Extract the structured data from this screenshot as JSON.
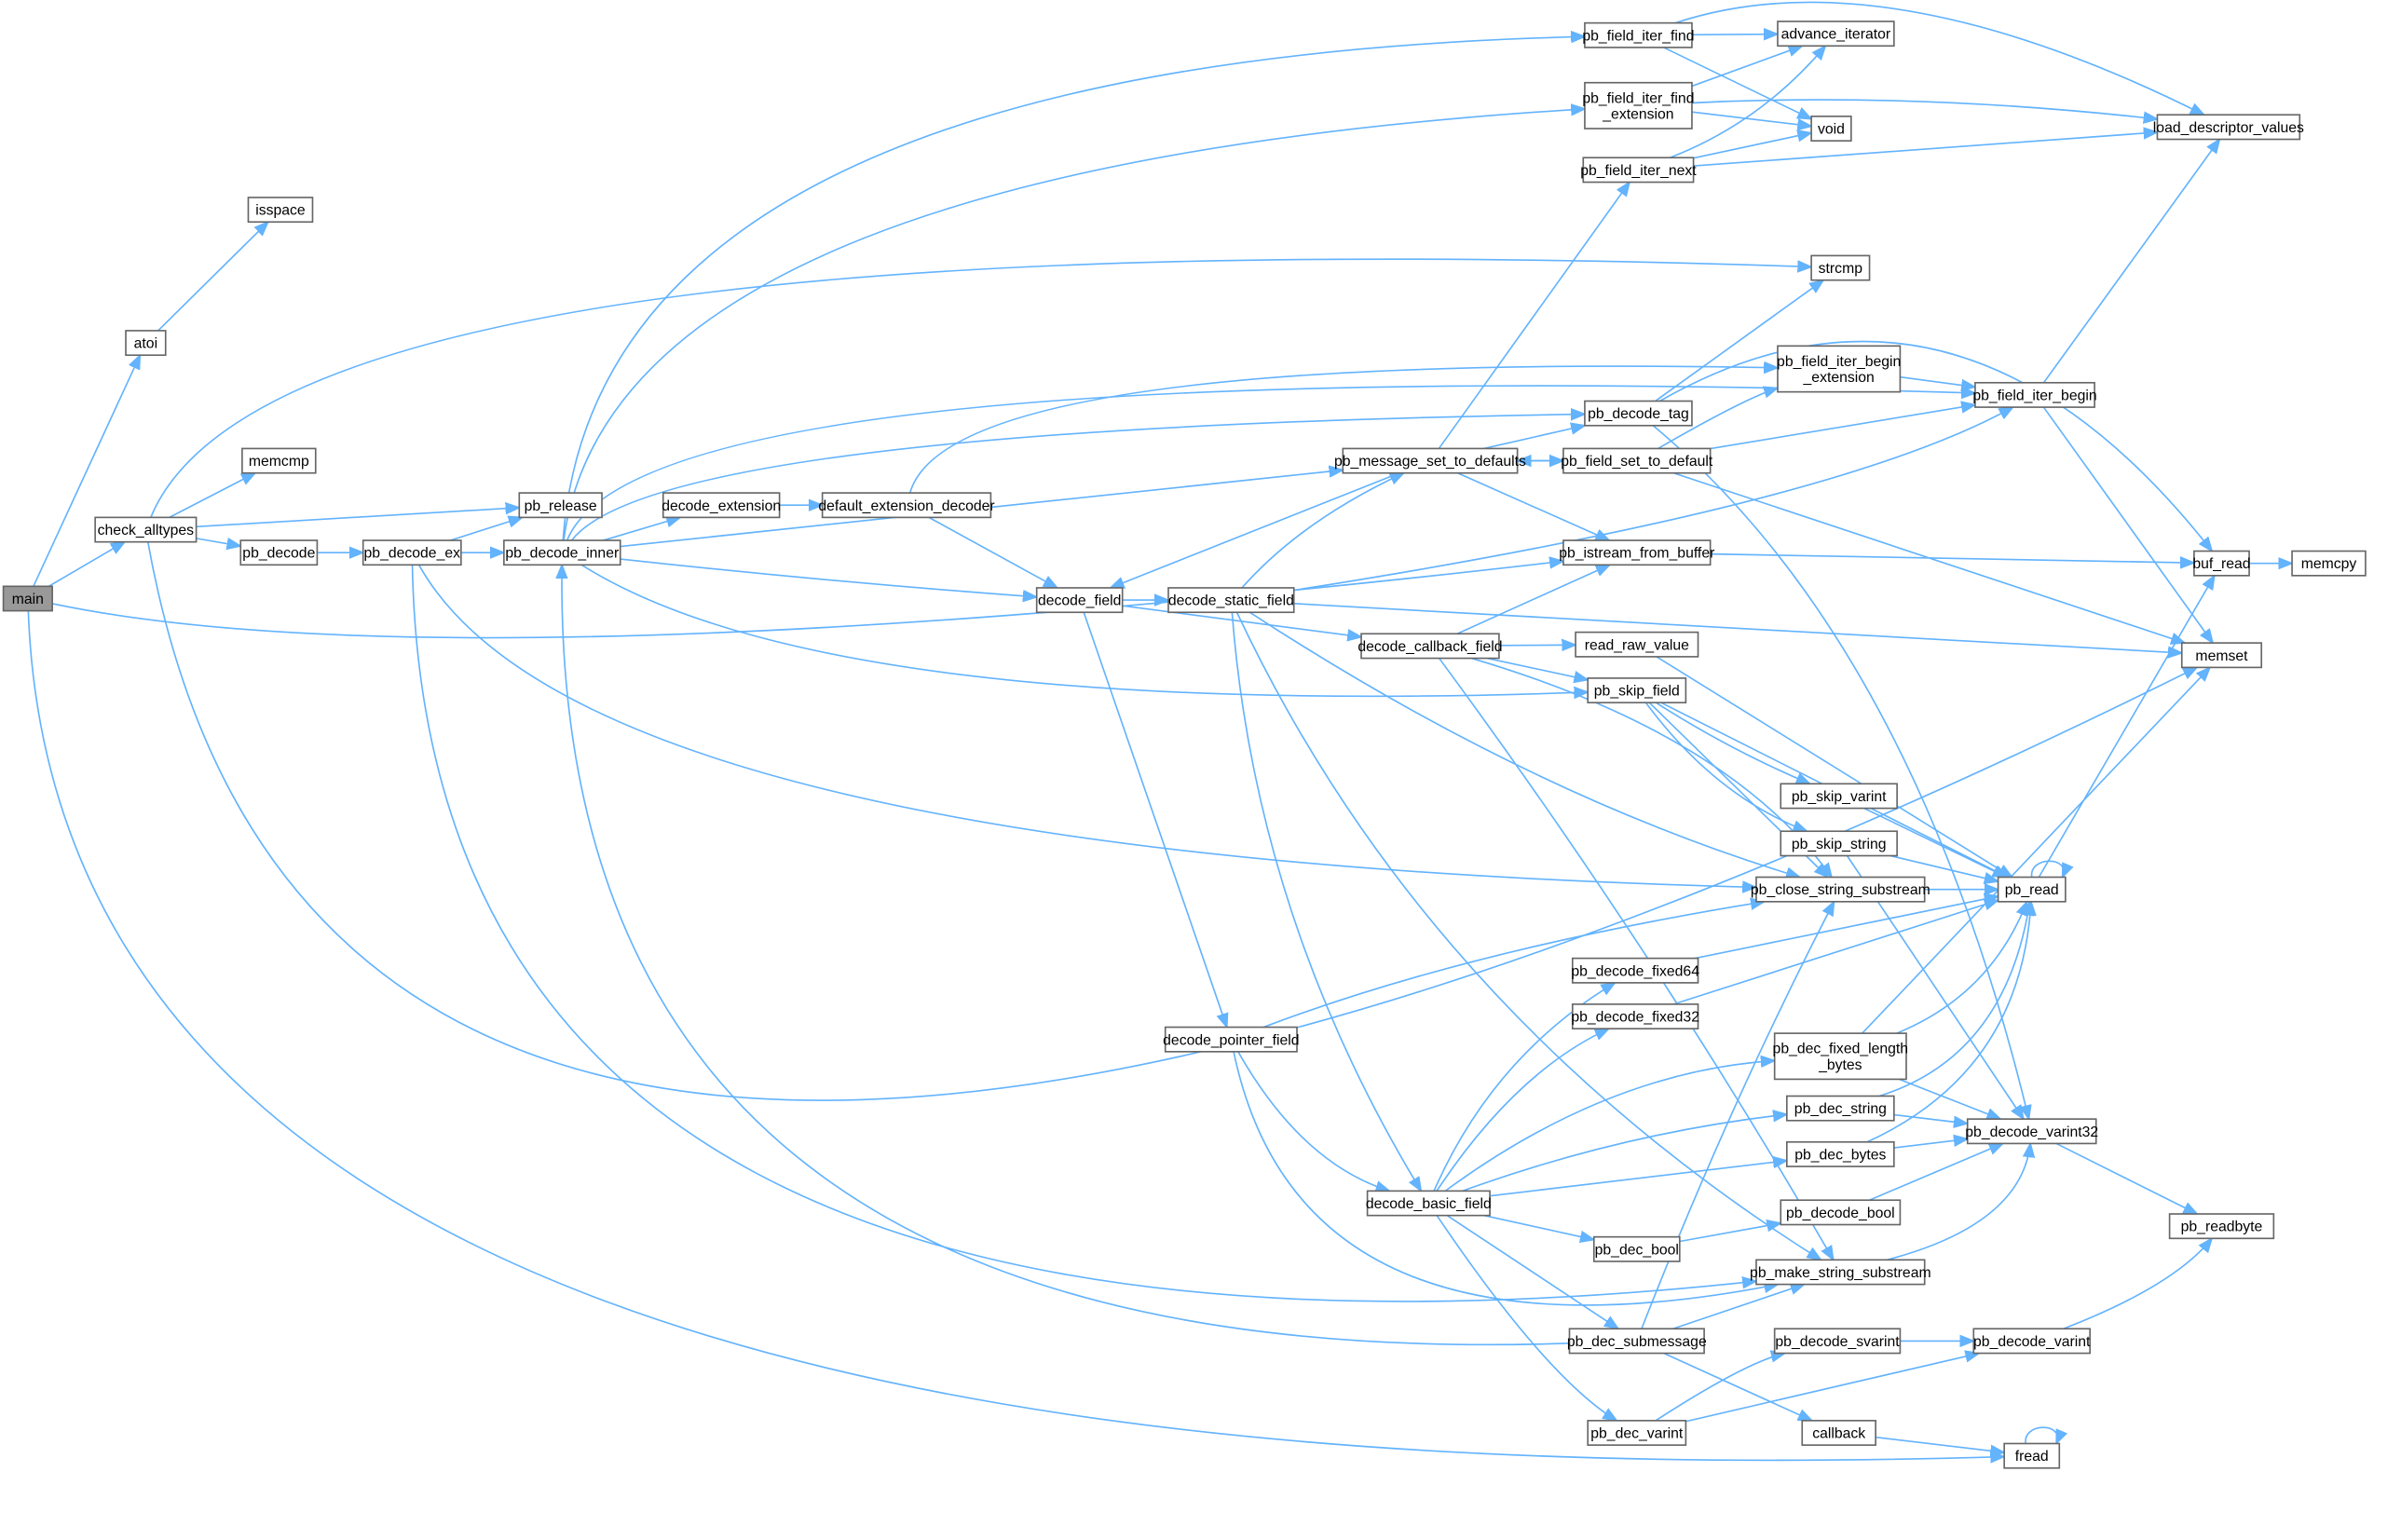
{
  "graph": {
    "type": "call-graph",
    "root": "main",
    "colors": {
      "edge": "#63b3fd",
      "root_fill": "#999999",
      "node_fill": "#ffffff",
      "node_border": "#666666"
    },
    "nodes": [
      {
        "id": "main",
        "lines": [
          "main"
        ]
      },
      {
        "id": "atoi",
        "lines": [
          "atoi"
        ]
      },
      {
        "id": "isspace",
        "lines": [
          "isspace"
        ]
      },
      {
        "id": "check_alltypes",
        "lines": [
          "check_alltypes"
        ]
      },
      {
        "id": "memcmp",
        "lines": [
          "memcmp"
        ]
      },
      {
        "id": "pb_release",
        "lines": [
          "pb_release"
        ]
      },
      {
        "id": "pb_decode",
        "lines": [
          "pb_decode"
        ]
      },
      {
        "id": "pb_decode_ex",
        "lines": [
          "pb_decode_ex"
        ]
      },
      {
        "id": "pb_decode_inner",
        "lines": [
          "pb_decode_inner"
        ]
      },
      {
        "id": "decode_extension",
        "lines": [
          "decode_extension"
        ]
      },
      {
        "id": "default_extension_decoder",
        "lines": [
          "default_extension_decoder"
        ]
      },
      {
        "id": "decode_field",
        "lines": [
          "decode_field"
        ]
      },
      {
        "id": "decode_static_field",
        "lines": [
          "decode_static_field"
        ]
      },
      {
        "id": "decode_callback_field",
        "lines": [
          "decode_callback_field"
        ]
      },
      {
        "id": "decode_pointer_field",
        "lines": [
          "decode_pointer_field"
        ]
      },
      {
        "id": "decode_basic_field",
        "lines": [
          "decode_basic_field"
        ]
      },
      {
        "id": "pb_field_iter_find",
        "lines": [
          "pb_field_iter_find"
        ]
      },
      {
        "id": "pb_field_iter_find_extension",
        "lines": [
          "pb_field_iter_find",
          "_extension"
        ]
      },
      {
        "id": "pb_field_iter_next",
        "lines": [
          "pb_field_iter_next"
        ]
      },
      {
        "id": "advance_iterator",
        "lines": [
          "advance_iterator"
        ]
      },
      {
        "id": "void",
        "lines": [
          "void"
        ]
      },
      {
        "id": "load_descriptor_values",
        "lines": [
          "load_descriptor_values"
        ]
      },
      {
        "id": "strcmp",
        "lines": [
          "strcmp"
        ]
      },
      {
        "id": "pb_field_iter_begin_extension",
        "lines": [
          "pb_field_iter_begin",
          "_extension"
        ]
      },
      {
        "id": "pb_field_iter_begin",
        "lines": [
          "pb_field_iter_begin"
        ]
      },
      {
        "id": "pb_decode_tag",
        "lines": [
          "pb_decode_tag"
        ]
      },
      {
        "id": "pb_message_set_to_defaults",
        "lines": [
          "pb_message_set_to_defaults"
        ]
      },
      {
        "id": "pb_field_set_to_default",
        "lines": [
          "pb_field_set_to_default"
        ]
      },
      {
        "id": "pb_istream_from_buffer",
        "lines": [
          "pb_istream_from_buffer"
        ]
      },
      {
        "id": "buf_read",
        "lines": [
          "buf_read"
        ]
      },
      {
        "id": "memcpy",
        "lines": [
          "memcpy"
        ]
      },
      {
        "id": "memset",
        "lines": [
          "memset"
        ]
      },
      {
        "id": "read_raw_value",
        "lines": [
          "read_raw_value"
        ]
      },
      {
        "id": "pb_skip_field",
        "lines": [
          "pb_skip_field"
        ]
      },
      {
        "id": "pb_skip_varint",
        "lines": [
          "pb_skip_varint"
        ]
      },
      {
        "id": "pb_skip_string",
        "lines": [
          "pb_skip_string"
        ]
      },
      {
        "id": "pb_close_string_substream",
        "lines": [
          "pb_close_string_substream"
        ]
      },
      {
        "id": "pb_read",
        "lines": [
          "pb_read"
        ]
      },
      {
        "id": "pb_decode_fixed64",
        "lines": [
          "pb_decode_fixed64"
        ]
      },
      {
        "id": "pb_decode_fixed32",
        "lines": [
          "pb_decode_fixed32"
        ]
      },
      {
        "id": "pb_dec_fixed_length_bytes",
        "lines": [
          "pb_dec_fixed_length",
          "_bytes"
        ]
      },
      {
        "id": "pb_dec_string",
        "lines": [
          "pb_dec_string"
        ]
      },
      {
        "id": "pb_decode_varint32",
        "lines": [
          "pb_decode_varint32"
        ]
      },
      {
        "id": "pb_dec_bytes",
        "lines": [
          "pb_dec_bytes"
        ]
      },
      {
        "id": "pb_decode_bool",
        "lines": [
          "pb_decode_bool"
        ]
      },
      {
        "id": "pb_readbyte",
        "lines": [
          "pb_readbyte"
        ]
      },
      {
        "id": "pb_dec_bool",
        "lines": [
          "pb_dec_bool"
        ]
      },
      {
        "id": "pb_make_string_substream",
        "lines": [
          "pb_make_string_substream"
        ]
      },
      {
        "id": "pb_dec_submessage",
        "lines": [
          "pb_dec_submessage"
        ]
      },
      {
        "id": "pb_decode_svarint",
        "lines": [
          "pb_decode_svarint"
        ]
      },
      {
        "id": "pb_decode_varint",
        "lines": [
          "pb_decode_varint"
        ]
      },
      {
        "id": "callback",
        "lines": [
          "callback"
        ]
      },
      {
        "id": "pb_dec_varint",
        "lines": [
          "pb_dec_varint"
        ]
      },
      {
        "id": "fread",
        "lines": [
          "fread"
        ]
      }
    ],
    "edges": [
      [
        "main",
        "atoi"
      ],
      [
        "main",
        "check_alltypes"
      ],
      [
        "main",
        "pb_istream_from_buffer"
      ],
      [
        "main",
        "fread"
      ],
      [
        "atoi",
        "isspace"
      ],
      [
        "check_alltypes",
        "memcmp"
      ],
      [
        "check_alltypes",
        "pb_release"
      ],
      [
        "check_alltypes",
        "pb_decode"
      ],
      [
        "check_alltypes",
        "strcmp"
      ],
      [
        "check_alltypes",
        "memset"
      ],
      [
        "pb_decode",
        "pb_decode_ex"
      ],
      [
        "pb_decode_ex",
        "pb_release"
      ],
      [
        "pb_decode_ex",
        "pb_decode_inner"
      ],
      [
        "pb_decode_ex",
        "pb_close_string_substream"
      ],
      [
        "pb_decode_ex",
        "pb_make_string_substream"
      ],
      [
        "pb_decode_inner",
        "pb_field_iter_find"
      ],
      [
        "pb_decode_inner",
        "pb_field_iter_find_extension"
      ],
      [
        "pb_decode_inner",
        "pb_field_iter_begin"
      ],
      [
        "pb_decode_inner",
        "pb_decode_tag"
      ],
      [
        "pb_decode_inner",
        "pb_message_set_to_defaults"
      ],
      [
        "pb_decode_inner",
        "decode_extension"
      ],
      [
        "pb_decode_inner",
        "decode_field"
      ],
      [
        "pb_decode_inner",
        "pb_skip_field"
      ],
      [
        "decode_extension",
        "default_extension_decoder"
      ],
      [
        "default_extension_decoder",
        "pb_field_iter_begin_extension"
      ],
      [
        "default_extension_decoder",
        "decode_field"
      ],
      [
        "decode_field",
        "decode_static_field"
      ],
      [
        "decode_field",
        "decode_callback_field"
      ],
      [
        "decode_field",
        "decode_pointer_field"
      ],
      [
        "decode_static_field",
        "pb_message_set_to_defaults"
      ],
      [
        "decode_static_field",
        "pb_field_iter_begin"
      ],
      [
        "decode_static_field",
        "memset"
      ],
      [
        "decode_static_field",
        "decode_basic_field"
      ],
      [
        "decode_static_field",
        "pb_make_string_substream"
      ],
      [
        "decode_static_field",
        "pb_close_string_substream"
      ],
      [
        "pb_message_set_to_defaults",
        "pb_field_iter_next"
      ],
      [
        "pb_message_set_to_defaults",
        "pb_decode_tag"
      ],
      [
        "pb_message_set_to_defaults",
        "pb_field_set_to_default"
      ],
      [
        "pb_message_set_to_defaults",
        "pb_istream_from_buffer"
      ],
      [
        "pb_message_set_to_defaults",
        "decode_field"
      ],
      [
        "pb_field_set_to_default",
        "pb_message_set_to_defaults"
      ],
      [
        "pb_field_set_to_default",
        "pb_field_iter_begin_extension"
      ],
      [
        "pb_field_set_to_default",
        "pb_field_iter_begin"
      ],
      [
        "pb_field_set_to_default",
        "memset"
      ],
      [
        "pb_field_iter_find",
        "advance_iterator"
      ],
      [
        "pb_field_iter_find",
        "void"
      ],
      [
        "pb_field_iter_find",
        "load_descriptor_values"
      ],
      [
        "pb_field_iter_find_extension",
        "advance_iterator"
      ],
      [
        "pb_field_iter_find_extension",
        "void"
      ],
      [
        "pb_field_iter_find_extension",
        "load_descriptor_values"
      ],
      [
        "pb_field_iter_next",
        "advance_iterator"
      ],
      [
        "pb_field_iter_next",
        "void"
      ],
      [
        "pb_field_iter_next",
        "load_descriptor_values"
      ],
      [
        "pb_field_iter_begin_extension",
        "pb_field_iter_begin"
      ],
      [
        "pb_field_iter_begin",
        "load_descriptor_values"
      ],
      [
        "pb_field_iter_begin",
        "memset"
      ],
      [
        "pb_decode_tag",
        "strcmp"
      ],
      [
        "pb_decode_tag",
        "buf_read"
      ],
      [
        "pb_decode_tag",
        "pb_decode_varint32"
      ],
      [
        "pb_istream_from_buffer",
        "buf_read"
      ],
      [
        "buf_read",
        "memcpy"
      ],
      [
        "decode_callback_field",
        "read_raw_value"
      ],
      [
        "decode_callback_field",
        "pb_skip_field"
      ],
      [
        "decode_callback_field",
        "pb_istream_from_buffer"
      ],
      [
        "decode_callback_field",
        "pb_close_string_substream"
      ],
      [
        "decode_callback_field",
        "pb_make_string_substream"
      ],
      [
        "read_raw_value",
        "pb_read"
      ],
      [
        "pb_skip_field",
        "pb_skip_varint"
      ],
      [
        "pb_skip_field",
        "pb_skip_string"
      ],
      [
        "pb_skip_field",
        "pb_read"
      ],
      [
        "pb_skip_field",
        "pb_close_string_substream"
      ],
      [
        "pb_skip_varint",
        "pb_read"
      ],
      [
        "pb_skip_string",
        "pb_read"
      ],
      [
        "pb_skip_string",
        "pb_decode_varint32"
      ],
      [
        "pb_close_string_substream",
        "pb_read"
      ],
      [
        "pb_read",
        "pb_read"
      ],
      [
        "pb_read",
        "buf_read"
      ],
      [
        "decode_pointer_field",
        "pb_close_string_substream"
      ],
      [
        "decode_pointer_field",
        "decode_basic_field"
      ],
      [
        "decode_pointer_field",
        "pb_make_string_substream"
      ],
      [
        "decode_basic_field",
        "pb_decode_fixed64"
      ],
      [
        "decode_basic_field",
        "pb_decode_fixed32"
      ],
      [
        "decode_basic_field",
        "pb_dec_fixed_length_bytes"
      ],
      [
        "decode_basic_field",
        "pb_dec_string"
      ],
      [
        "decode_basic_field",
        "pb_dec_bytes"
      ],
      [
        "decode_basic_field",
        "pb_dec_bool"
      ],
      [
        "decode_basic_field",
        "pb_dec_submessage"
      ],
      [
        "decode_basic_field",
        "pb_dec_varint"
      ],
      [
        "pb_decode_fixed64",
        "pb_read"
      ],
      [
        "pb_decode_fixed32",
        "pb_read"
      ],
      [
        "pb_dec_fixed_length_bytes",
        "pb_read"
      ],
      [
        "pb_dec_fixed_length_bytes",
        "memset"
      ],
      [
        "pb_dec_fixed_length_bytes",
        "pb_decode_varint32"
      ],
      [
        "pb_dec_string",
        "pb_read"
      ],
      [
        "pb_dec_string",
        "pb_decode_varint32"
      ],
      [
        "pb_dec_bytes",
        "pb_read"
      ],
      [
        "pb_dec_bytes",
        "pb_decode_varint32"
      ],
      [
        "pb_decode_bool",
        "pb_decode_varint32"
      ],
      [
        "pb_dec_bool",
        "pb_decode_bool"
      ],
      [
        "pb_make_string_substream",
        "pb_decode_varint32"
      ],
      [
        "pb_decode_varint32",
        "pb_readbyte"
      ],
      [
        "pb_dec_submessage",
        "pb_decode_inner"
      ],
      [
        "pb_dec_submessage",
        "pb_make_string_substream"
      ],
      [
        "pb_dec_submessage",
        "pb_close_string_substream"
      ],
      [
        "pb_dec_submessage",
        "callback"
      ],
      [
        "pb_dec_varint",
        "pb_decode_svarint"
      ],
      [
        "pb_dec_varint",
        "pb_decode_varint"
      ],
      [
        "pb_decode_svarint",
        "pb_decode_varint"
      ],
      [
        "pb_decode_varint",
        "pb_readbyte"
      ],
      [
        "callback",
        "fread"
      ],
      [
        "fread",
        "fread"
      ]
    ]
  }
}
